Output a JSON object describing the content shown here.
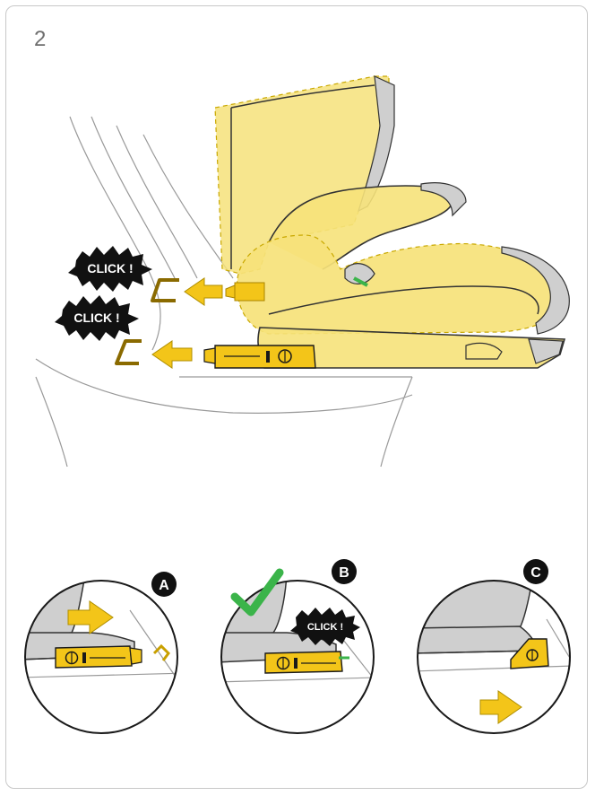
{
  "step": {
    "number": "2"
  },
  "main": {
    "click_labels": [
      "CLICK !",
      "CLICK !"
    ]
  },
  "details": [
    {
      "letter": "A"
    },
    {
      "letter": "B",
      "click_label": "CLICK !"
    },
    {
      "letter": "C"
    }
  ],
  "colors": {
    "seat_yellow": "#f6e27a",
    "connector_yellow": "#f3c519",
    "line": "#1a1a1a",
    "grey": "#cfcfcf",
    "check_green": "#3bb44a",
    "badge_black": "#111111"
  },
  "icons": [
    "click-burst-icon",
    "arrow-left-icon",
    "arrow-right-icon",
    "checkmark-icon",
    "isofix-connector-icon",
    "anchor-bar-icon"
  ]
}
